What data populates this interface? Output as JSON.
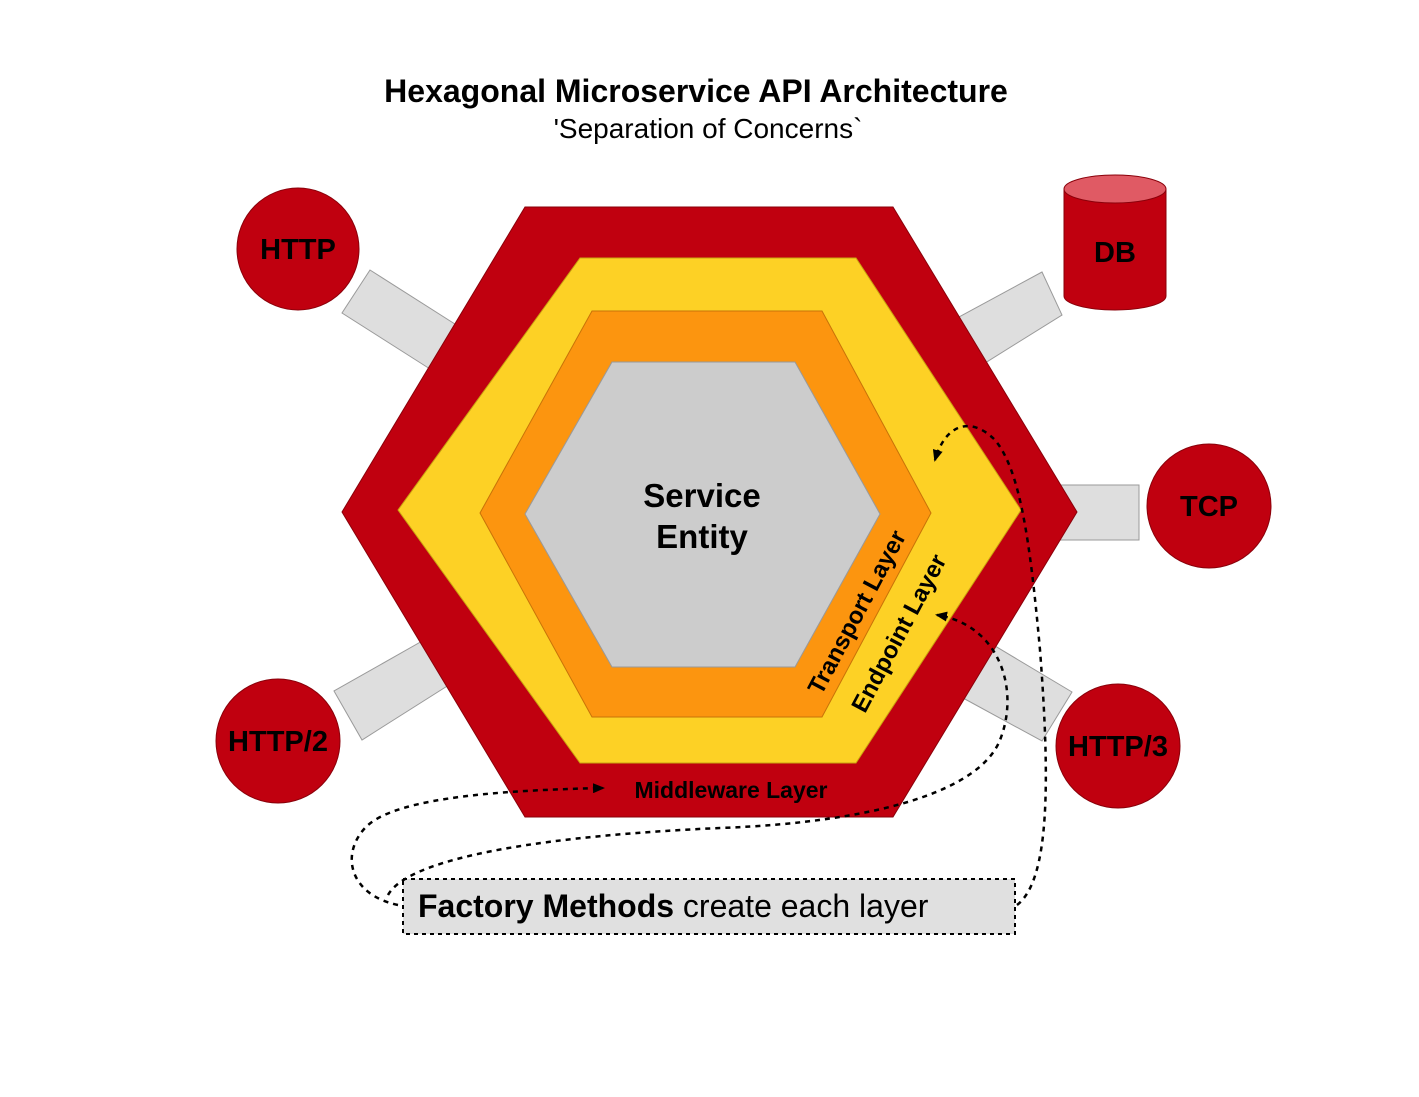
{
  "title": "Hexagonal Microservice API Architecture",
  "subtitle": "'Separation of Concerns`",
  "core": {
    "line1": "Service",
    "line2": "Entity"
  },
  "layers": {
    "transport": "Transport Layer",
    "endpoint": "Endpoint Layer",
    "middleware": "Middleware Layer"
  },
  "protocols": {
    "http": "HTTP",
    "http2": "HTTP/2",
    "http3": "HTTP/3",
    "tcp": "TCP",
    "db": "DB"
  },
  "factory": {
    "bold": "Factory Methods",
    "rest": " create each layer"
  },
  "colors": {
    "outer_red": "#c0000f",
    "endpoint_yellow": "#fdd125",
    "transport_orange": "#fc950f",
    "core_gray": "#cccccc",
    "connector_gray": "#dedede",
    "db_top": "#e05a64",
    "factory_box": "#e0e0e0"
  }
}
